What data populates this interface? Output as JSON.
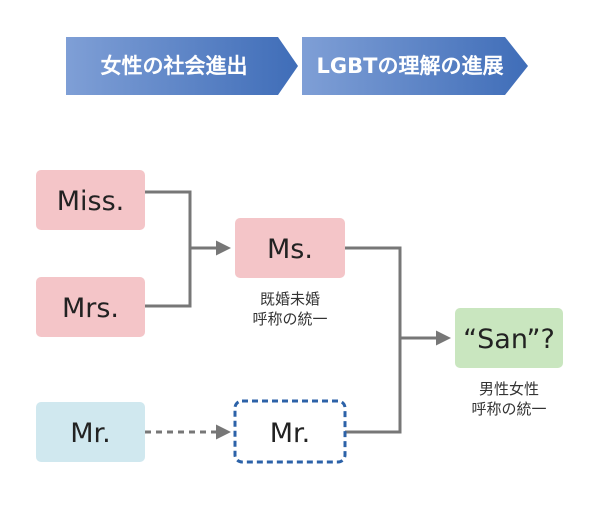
{
  "banner": {
    "steps": [
      {
        "label": "女性の社会進出"
      },
      {
        "label": "LGBTの理解の進展"
      }
    ]
  },
  "nodes": {
    "miss": {
      "label": "Miss."
    },
    "mrs": {
      "label": "Mrs."
    },
    "mr": {
      "label": "Mr."
    },
    "ms": {
      "label": "Ms."
    },
    "mr_new": {
      "label": "Mr."
    },
    "san": {
      "label": "“San”?"
    }
  },
  "captions": {
    "ms": {
      "line1": "既婚未婚",
      "line2": "呼称の統一"
    },
    "san": {
      "line1": "男性女性",
      "line2": "呼称の統一"
    }
  },
  "colors": {
    "pink": "#f4c5c8",
    "light_blue": "#d0e8ef",
    "light_green": "#c9e6bf",
    "banner_blue": "#3f6db8",
    "banner_blue_light": "#7f9fd6",
    "connector": "#777777",
    "dashed_border": "#2c62a8"
  }
}
